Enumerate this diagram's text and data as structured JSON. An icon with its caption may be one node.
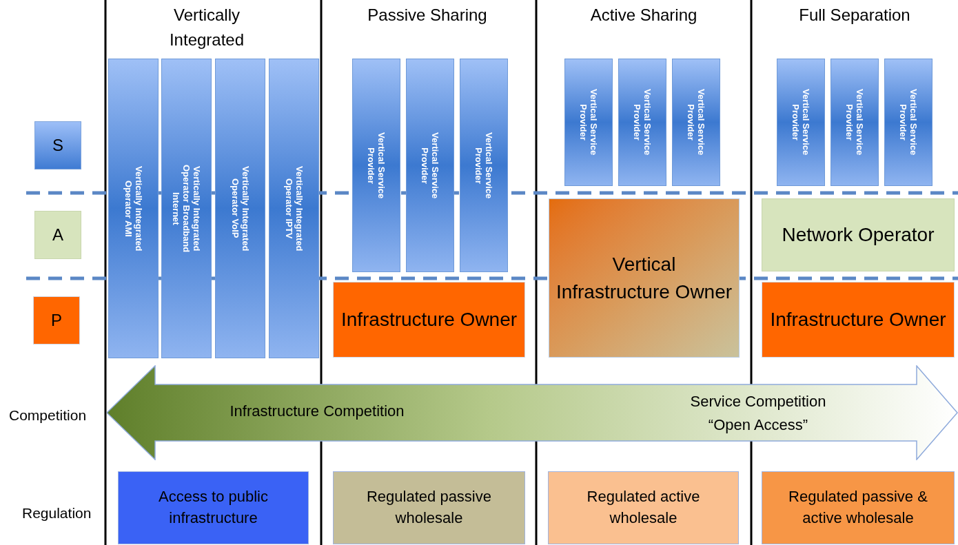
{
  "diagram": {
    "nodes": [
      {
        "text": [
          "S"
        ]
      },
      {
        "text": [
          "A"
        ]
      },
      {
        "text": [
          "P"
        ]
      },
      {
        "text": [
          "Vertically Integrated Operator AMI"
        ]
      },
      {
        "text": [
          "Vertically Integrated Operator Broadband Internet"
        ]
      },
      {
        "text": [
          "Vertically Integrated Operator VoIP"
        ]
      },
      {
        "text": [
          "Vertically Integrated Operator IPTV"
        ]
      },
      {
        "text": [
          "Vertical Service Provider"
        ]
      },
      {
        "text": [
          "Vertical Service Provider"
        ]
      },
      {
        "text": [
          "Vertical Service Provider"
        ]
      },
      {
        "text": [
          "Infrastructure Owner"
        ]
      },
      {
        "text": [
          "Vertical Service Provider"
        ]
      },
      {
        "text": [
          "Vertical Service Provider"
        ]
      },
      {
        "text": [
          "Vertical Service Provider"
        ]
      },
      {
        "text": [
          "Vertical Infrastructure Owner"
        ]
      },
      {
        "text": [
          "Vertical Service Provider"
        ]
      },
      {
        "text": [
          "Vertical Service Provider"
        ]
      },
      {
        "text": [
          "Vertical Service Provider"
        ]
      },
      {
        "text": [
          "Network Operator"
        ]
      },
      {
        "text": [
          "Infrastructure Owner"
        ]
      },
      {
        "text": [
          "Infrastructure Competition",
          "Service Competition “Open Access”"
        ]
      },
      {
        "text": [
          "Access to public infrastructure"
        ]
      },
      {
        "text": [
          "Regulated passive wholesale"
        ]
      },
      {
        "text": [
          "Regulated active wholesale"
        ]
      },
      {
        "text": [
          "Regulated passive & active wholesale"
        ]
      }
    ],
    "labels": [
      "Vertically Integrated",
      "Passive Sharing",
      "Active Sharing",
      "Full Separation",
      "Competition",
      "Regulation"
    ]
  }
}
